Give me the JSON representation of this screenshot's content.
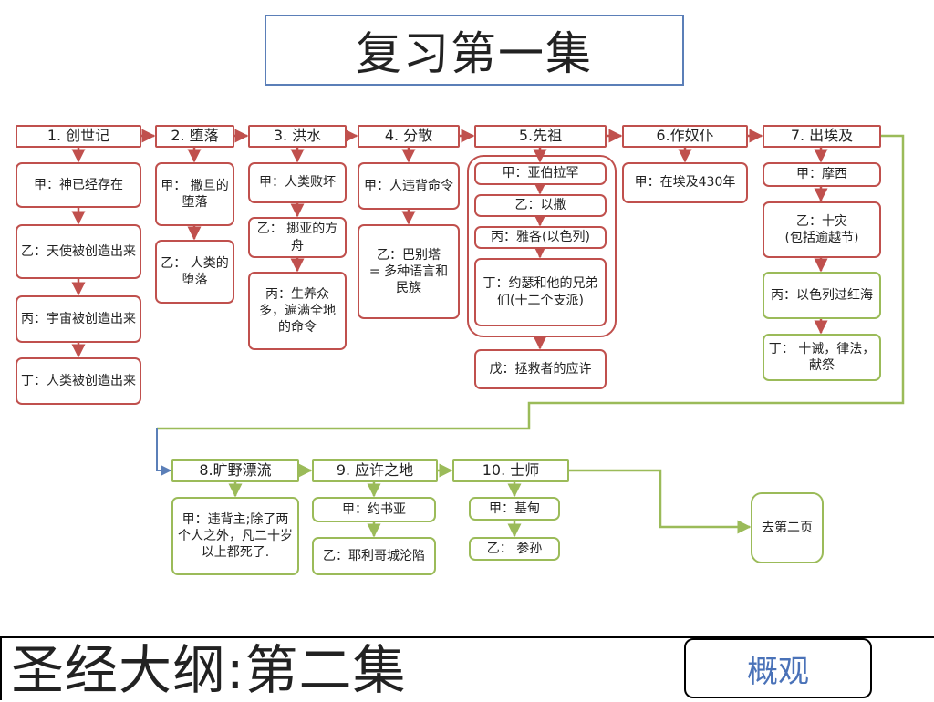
{
  "title": "复习第一集",
  "subtitle": "圣经大纲:第二集",
  "overview_label": "概观",
  "colors": {
    "red": "#c0504d",
    "green": "#9bbb59",
    "title_border": "#5b7fb8",
    "link": "#4a72b8"
  },
  "stages": [
    {
      "header": "1. 创世记",
      "items": [
        "甲：神已经存在",
        "乙：天使被创造出来",
        "丙：宇宙被创造出来",
        "丁：人类被创造出来"
      ]
    },
    {
      "header": "2. 堕落",
      "items": [
        "甲： 撒旦的堕落",
        "乙： 人类的堕落"
      ]
    },
    {
      "header": "3. 洪水",
      "items": [
        "甲：人类败坏",
        "乙： 挪亚的方舟",
        "丙：生养众多，遍满全地的命令"
      ]
    },
    {
      "header": "4. 分散",
      "items": [
        "甲：人违背命令",
        "乙：巴别塔\n= 多种语言和民族"
      ]
    },
    {
      "header": "5.先祖",
      "items": [
        "甲：亚伯拉罕",
        "乙：以撒",
        "丙：雅各(以色列)",
        "丁：约瑟和他的兄弟们(十二个支派)",
        "戊：拯救者的应许"
      ]
    },
    {
      "header": "6.作奴仆",
      "items": [
        "甲：在埃及430年"
      ]
    },
    {
      "header": "7. 出埃及",
      "items": [
        "甲：摩西",
        "乙：十灾\n(包括逾越节)",
        "丙：以色列过红海",
        "丁： 十诫，律法，献祭"
      ]
    },
    {
      "header": "8.旷野漂流",
      "items": [
        "甲：违背主;除了两个人之外，凡二十岁以上都死了."
      ]
    },
    {
      "header": "9. 应许之地",
      "items": [
        "甲：约书亚",
        "乙：耶利哥城沦陷"
      ]
    },
    {
      "header": "10. 士师",
      "items": [
        "甲：基甸",
        "乙： 参孙"
      ]
    }
  ],
  "next_page": "去第二页"
}
